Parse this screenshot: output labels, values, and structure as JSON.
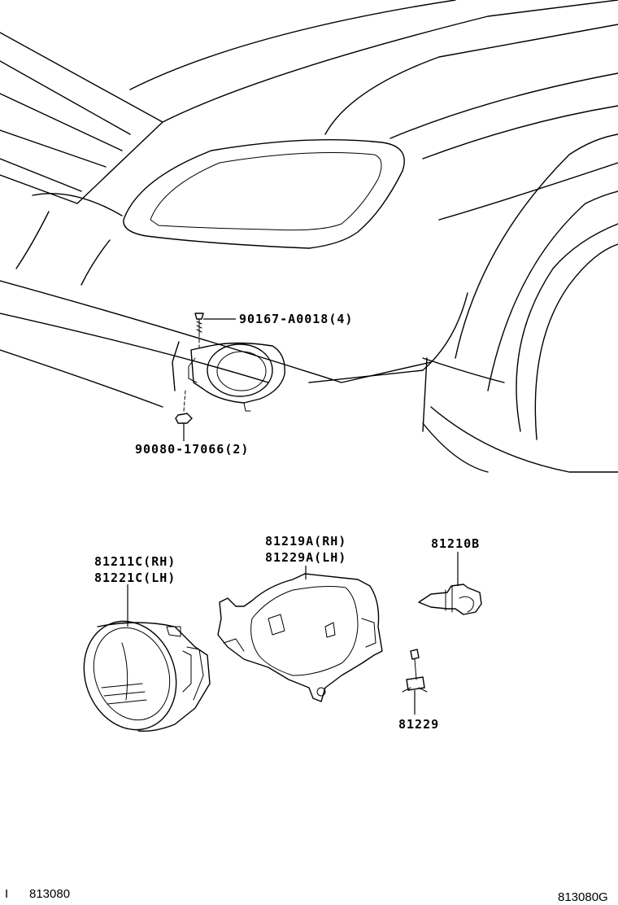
{
  "callouts": {
    "bolt": "90167-A0018(4)",
    "nut": "90080-17066(2)",
    "fog_lamp_rh": "81211C(RH)",
    "fog_lamp_lh": "81221C(LH)",
    "bracket_rh": "81219A(RH)",
    "bracket_lh": "81229A(LH)",
    "bulb": "81210B",
    "socket": "81229"
  },
  "footer": {
    "left_marker": "I",
    "left_code": "813080",
    "right_code": "813080G"
  }
}
